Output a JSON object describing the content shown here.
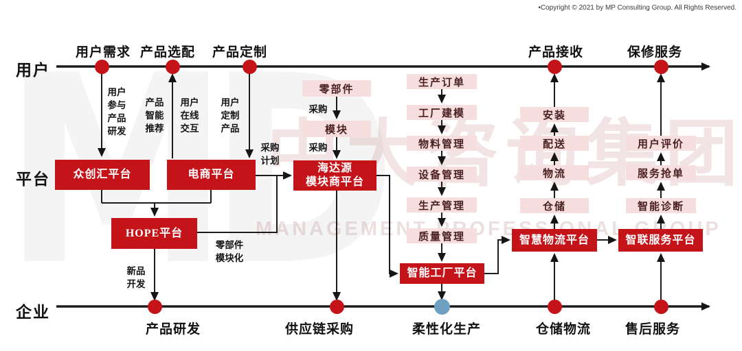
{
  "copyright": "•Copyright © 2021 by MP Consulting Group. All Rights Reserved.",
  "watermark": {
    "logo": "MD",
    "cn": "中大咨询集团",
    "en": "MANAGEMENT PROFESSIONAL GROUP"
  },
  "colors": {
    "accent_red": "#c4141a",
    "pink_box_bg": "#f7dede",
    "blue_node": "#6fa0bf",
    "line_black": "#1c1c1c"
  },
  "lanes": {
    "user": "用户",
    "platform": "平台",
    "enterprise": "企业"
  },
  "user_nodes": {
    "demand": "用户需求",
    "selection": "产品选配",
    "customization": "产品定制",
    "reception": "产品接收",
    "warranty": "保修服务"
  },
  "enterprise_nodes": {
    "rd": "产品研发",
    "procurement": "供应链采购",
    "production": "柔性化生产",
    "logistics": "仓储物流",
    "aftersales": "售后服务"
  },
  "platforms": {
    "crowd": "众创汇平台",
    "ecommerce": "电商平台",
    "hope": "HOPE平台",
    "haidayuan": "海达源\n模块商平台",
    "factory": "智能工厂平台",
    "logistics": "智慧物流平台",
    "service": "智联服务平台"
  },
  "process": {
    "parts": "零部件",
    "module": "模块",
    "order": "生产订单",
    "modeling": "工厂建模",
    "material": "物料管理",
    "equipment": "设备管理",
    "production": "生产管理",
    "quality": "质量管理",
    "install": "安装",
    "delivery": "配送",
    "logistics": "物流",
    "warehouse": "仓储",
    "review": "用户评价",
    "grab": "服务抢单",
    "diagnosis": "智能诊断"
  },
  "annotations": {
    "user_rd": "用户\n参与\n产品\n研发",
    "smart_rec": "产品\n智能\n推荐",
    "online": "用户\n在线\n交互",
    "custom": "用户\n定制\n产品",
    "plan": "采购\n计划",
    "procure_parts": "采购",
    "procure_module": "采购",
    "parts_modular": "零部件\n模块化",
    "new_dev": "新品\n开发"
  }
}
